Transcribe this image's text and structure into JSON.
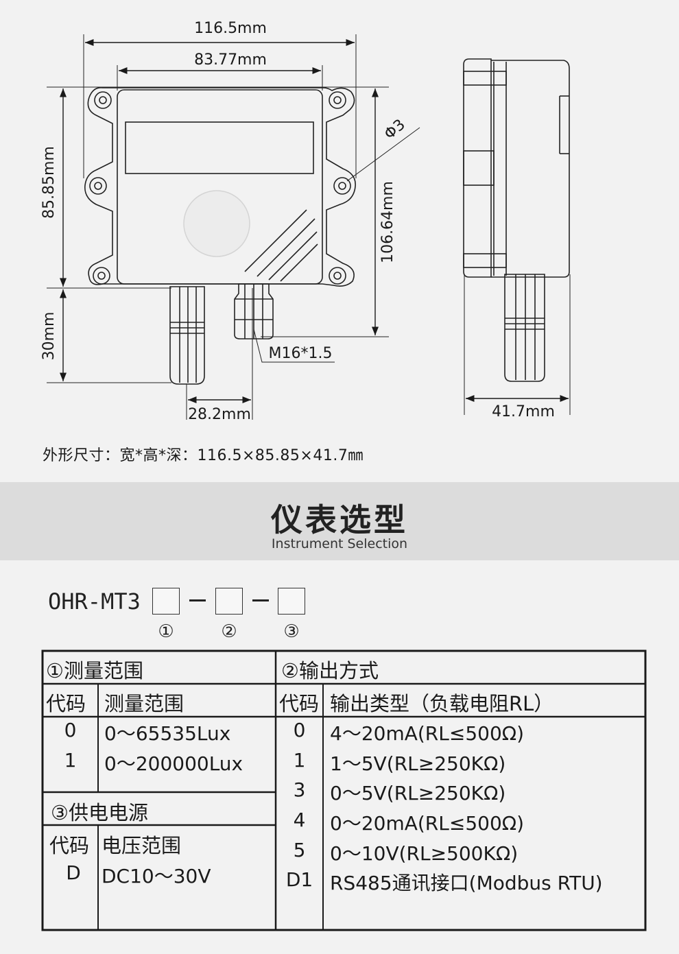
{
  "drawing": {
    "dims": {
      "overall_width": "116.5mm",
      "display_width": "83.77mm",
      "height": "85.85mm",
      "probe_length": "30mm",
      "total_height": "106.64mm",
      "probe_spacing": "28.2mm",
      "depth": "41.7mm",
      "hole_diameter": "Φ3",
      "gland_thread": "M16*1.5"
    }
  },
  "size_line": "外形尺寸：宽*高*深：116.5×85.85×41.7㎜",
  "banner": {
    "title": "仪表选型",
    "subtitle": "Instrument Selection"
  },
  "model": {
    "prefix": "OHR-MT3",
    "dash": "-",
    "markers": [
      "①",
      "②",
      "③"
    ]
  },
  "tables": {
    "range": {
      "title": "①测量范围",
      "col_code": "代码",
      "col_value": "测量范围",
      "rows": [
        {
          "code": "0",
          "value": "0～65535Lux"
        },
        {
          "code": "1",
          "value": "0～200000Lux"
        }
      ]
    },
    "power": {
      "title": "③供电电源",
      "col_code": "代码",
      "col_value": "电压范围",
      "rows": [
        {
          "code": "D",
          "value": "DC10～30V"
        }
      ]
    },
    "output": {
      "title": "②输出方式",
      "col_code": "代码",
      "col_value": "输出类型（负载电阻RL）",
      "rows": [
        {
          "code": "0",
          "value": "4～20mA(RL≤500Ω)"
        },
        {
          "code": "1",
          "value": "1～5V(RL≥250KΩ)"
        },
        {
          "code": "3",
          "value": "0～5V(RL≥250KΩ)"
        },
        {
          "code": "4",
          "value": "0～20mA(RL≤500Ω)"
        },
        {
          "code": "5",
          "value": "0～10V(RL≥500KΩ)"
        },
        {
          "code": "D1",
          "value": "RS485通讯接口(Modbus RTU)"
        }
      ]
    }
  }
}
